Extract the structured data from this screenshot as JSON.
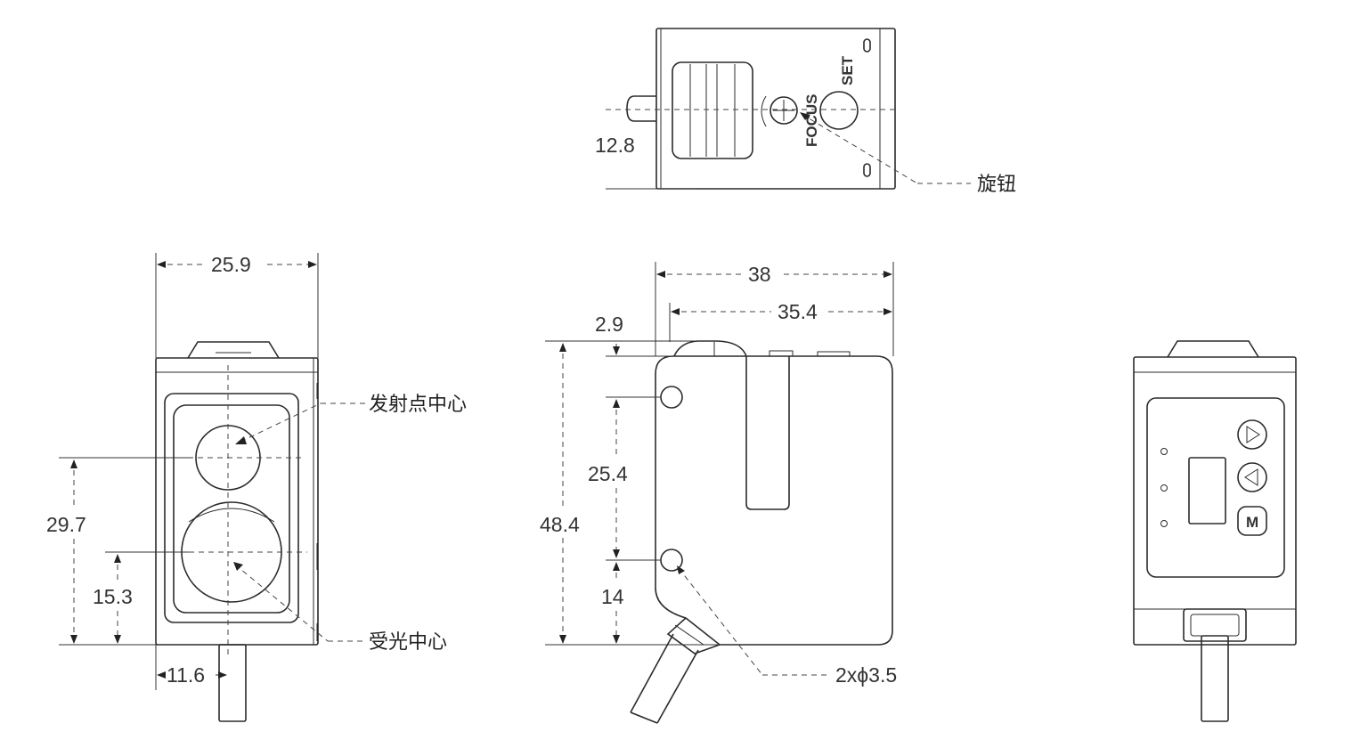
{
  "top_view": {
    "focus_label": "FOCUS",
    "set_label": "SET",
    "dim_height": "12.8",
    "knob_callout": "旋钮"
  },
  "front_view": {
    "dim_width": "25.9",
    "dim_emitter_height": "29.7",
    "dim_receiver_height": "15.3",
    "dim_offset": "11.6",
    "emitter_callout": "发射点中心",
    "receiver_callout": "受光中心"
  },
  "side_view": {
    "dim_length": "38",
    "dim_length_inner": "35.4",
    "dim_top_offset": "2.9",
    "dim_total_height": "48.4",
    "dim_hole_spacing": "25.4",
    "dim_hole_bottom": "14",
    "holes_callout": "2xϕ3.5"
  },
  "back_view": {
    "mode_button_label": "M",
    "indicators": [
      "led-1",
      "led-2",
      "led-3"
    ],
    "buttons": [
      "up-button",
      "down-button",
      "mode-button"
    ]
  }
}
